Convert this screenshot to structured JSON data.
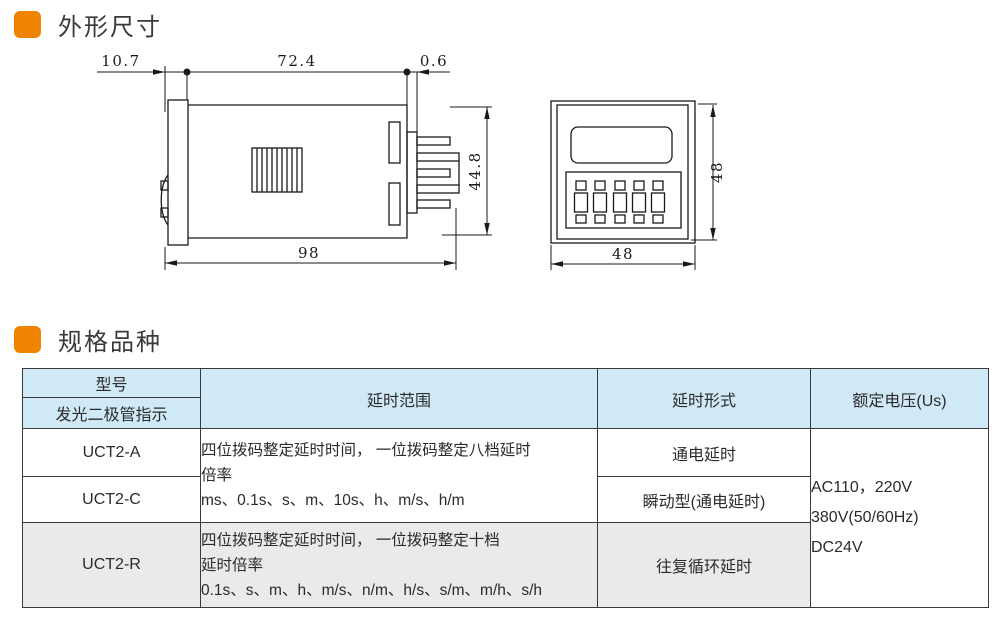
{
  "page": {
    "accent_color": "#f08300",
    "header_bg": "#cfe9f7",
    "shaded_row_bg": "#e8eaec",
    "border_color": "#3a3a3a"
  },
  "sections": {
    "dimensions_title": "外形尺寸",
    "specs_title": "规格品种"
  },
  "drawing": {
    "side_view": {
      "dim_flange": "10.7",
      "dim_body": "72.4",
      "dim_gap": "0.6",
      "dim_height": "44.8",
      "dim_total": "98"
    },
    "front_view": {
      "dim_height": "48",
      "dim_width": "48"
    }
  },
  "table": {
    "header": {
      "model": "型号",
      "led": "发光二极管指示",
      "range": "延时范围",
      "form": "延时形式",
      "voltage": "额定电压(Us)"
    },
    "rows": {
      "model_a": "UCT2-A",
      "model_c": "UCT2-C",
      "model_r": "UCT2-R",
      "range_ac_line1": "四位拨码整定延时时间， 一位拨码整定八档延时",
      "range_ac_line2": "倍率",
      "range_ac_line3": "ms、0.1s、s、m、10s、h、m/s、h/m",
      "range_r_line1": "四位拨码整定延时时间， 一位拨码整定十档",
      "range_r_line2": "延时倍率",
      "range_r_line3": "0.1s、s、m、h、m/s、n/m、h/s、s/m、m/h、s/h",
      "form_a": "通电延时",
      "form_c": "瞬动型(通电延时)",
      "form_r": "往复循环延时",
      "voltage_line1": "AC110，220V",
      "voltage_line2": "380V(50/60Hz)",
      "voltage_line3": "DC24V"
    }
  }
}
